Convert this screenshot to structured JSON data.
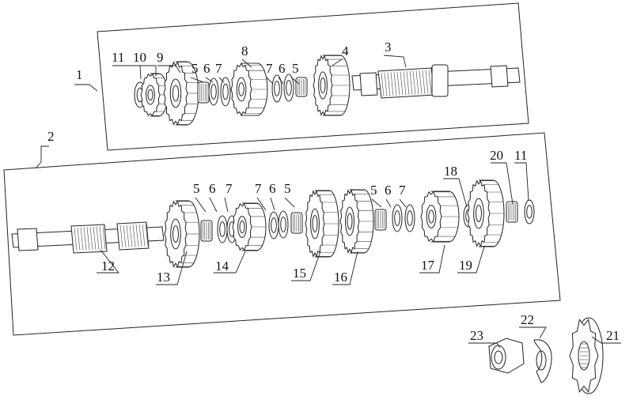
{
  "diagram": {
    "groups": [
      {
        "id": "1",
        "label": "1"
      },
      {
        "id": "2",
        "label": "2"
      }
    ],
    "callouts": {
      "c1": "1",
      "c2": "2",
      "c3": "3",
      "c4": "4",
      "c5a": "5",
      "c6a": "6",
      "c7a": "7",
      "c8": "8",
      "c7b": "7",
      "c6b": "6",
      "c5b": "5",
      "c9": "9",
      "c10": "10",
      "c11a": "11",
      "c5c": "5",
      "c6c": "6",
      "c7c": "7",
      "c7d": "7",
      "c6d": "6",
      "c5d": "5",
      "c5e": "5",
      "c6e": "6",
      "c7e": "7",
      "c18": "18",
      "c20": "20",
      "c11b": "11",
      "c12": "12",
      "c13": "13",
      "c14": "14",
      "c15": "15",
      "c16": "16",
      "c17": "17",
      "c19": "19",
      "c21": "21",
      "c22": "22",
      "c23": "23"
    },
    "components": {
      "washer": "washer",
      "gear": "gear",
      "bearing": "needle-bearing",
      "shaft": "splined-shaft",
      "nut": "nut",
      "sprocket": "sprocket"
    }
  }
}
